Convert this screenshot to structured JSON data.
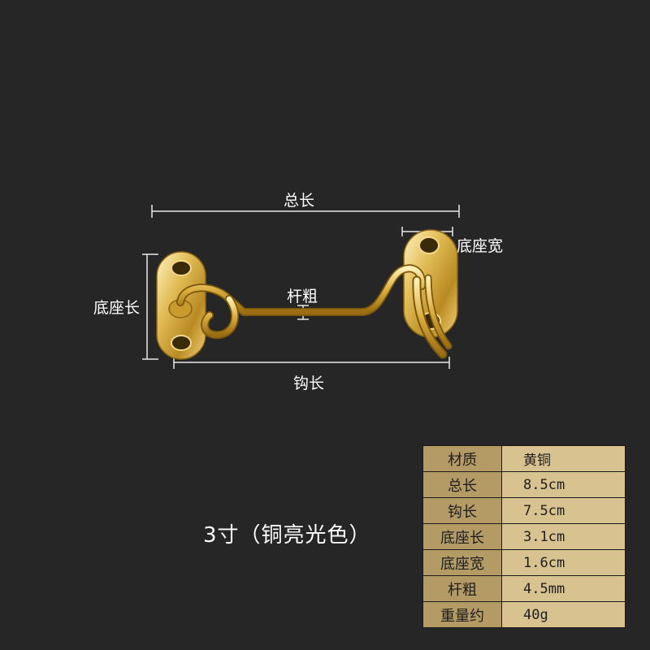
{
  "labels": {
    "total_length": "总长",
    "base_width": "底座宽",
    "base_length": "底座长",
    "rod_thickness": "杆粗",
    "hook_length": "钩长"
  },
  "caption": "3寸（铜亮光色）",
  "specs": [
    {
      "key": "材质",
      "value": "黄铜"
    },
    {
      "key": "总长",
      "value": "8.5cm"
    },
    {
      "key": "钩长",
      "value": "7.5cm"
    },
    {
      "key": "底座长",
      "value": "3.1cm"
    },
    {
      "key": "底座宽",
      "value": "1.6cm"
    },
    {
      "key": "杆粗",
      "value": "4.5mm"
    },
    {
      "key": "重量约",
      "value": "40g"
    }
  ],
  "colors": {
    "background": "#262626",
    "brass": "#d8b24a",
    "table_key": "#b49b66",
    "table_value": "#d8c28f"
  }
}
